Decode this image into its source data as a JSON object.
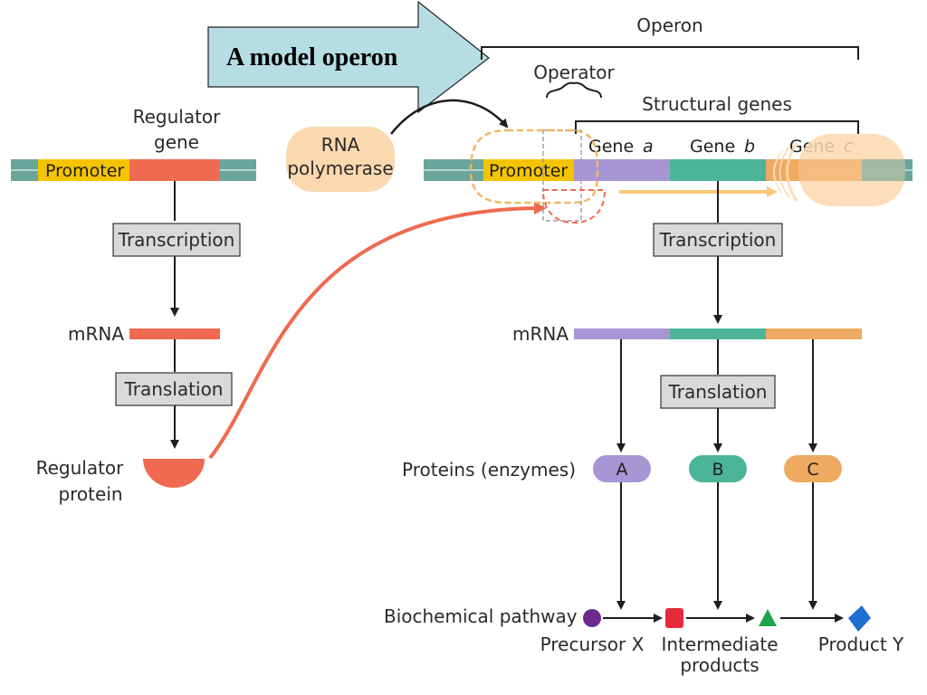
{
  "title": "A model operon",
  "colors": {
    "promoter": "#f5c400",
    "regulator_gene": "#ef6a50",
    "operator": "#8c8c8c",
    "gene_a": "#a796d4",
    "gene_b": "#4cb497",
    "gene_c": "#eeaa60",
    "dna": "#6aa59a",
    "rna_polymerase": "#fbd9ae",
    "process_box": "#d9d9d9",
    "title_arrow": "#b5dde3"
  },
  "left": {
    "regulator_gene_label_1": "Regulator",
    "regulator_gene_label_2": "gene",
    "promoter_label": "Promoter",
    "transcription_label": "Transcription",
    "mrna_label": "mRNA",
    "translation_label": "Translation",
    "regulator_protein_label_1": "Regulator",
    "regulator_protein_label_2": "protein"
  },
  "rna_polymerase": {
    "label_1": "RNA",
    "label_2": "polymerase"
  },
  "operon": {
    "operon_label": "Operon",
    "operator_label": "Operator",
    "structural_genes_label": "Structural genes",
    "promoter_label": "Promoter",
    "gene_word": "Gene",
    "gene_a_letter": "a",
    "gene_b_letter": "b",
    "gene_c_letter": "c",
    "transcription_label": "Transcription",
    "mrna_label": "mRNA",
    "translation_label": "Translation",
    "proteins_label": "Proteins (enzymes)",
    "protein_a": "A",
    "protein_b": "B",
    "protein_c": "C"
  },
  "pathway": {
    "label": "Biochemical pathway",
    "precursor_label": "Precursor X",
    "intermediate_label_1": "Intermediate",
    "intermediate_label_2": "products",
    "product_label": "Product Y"
  }
}
